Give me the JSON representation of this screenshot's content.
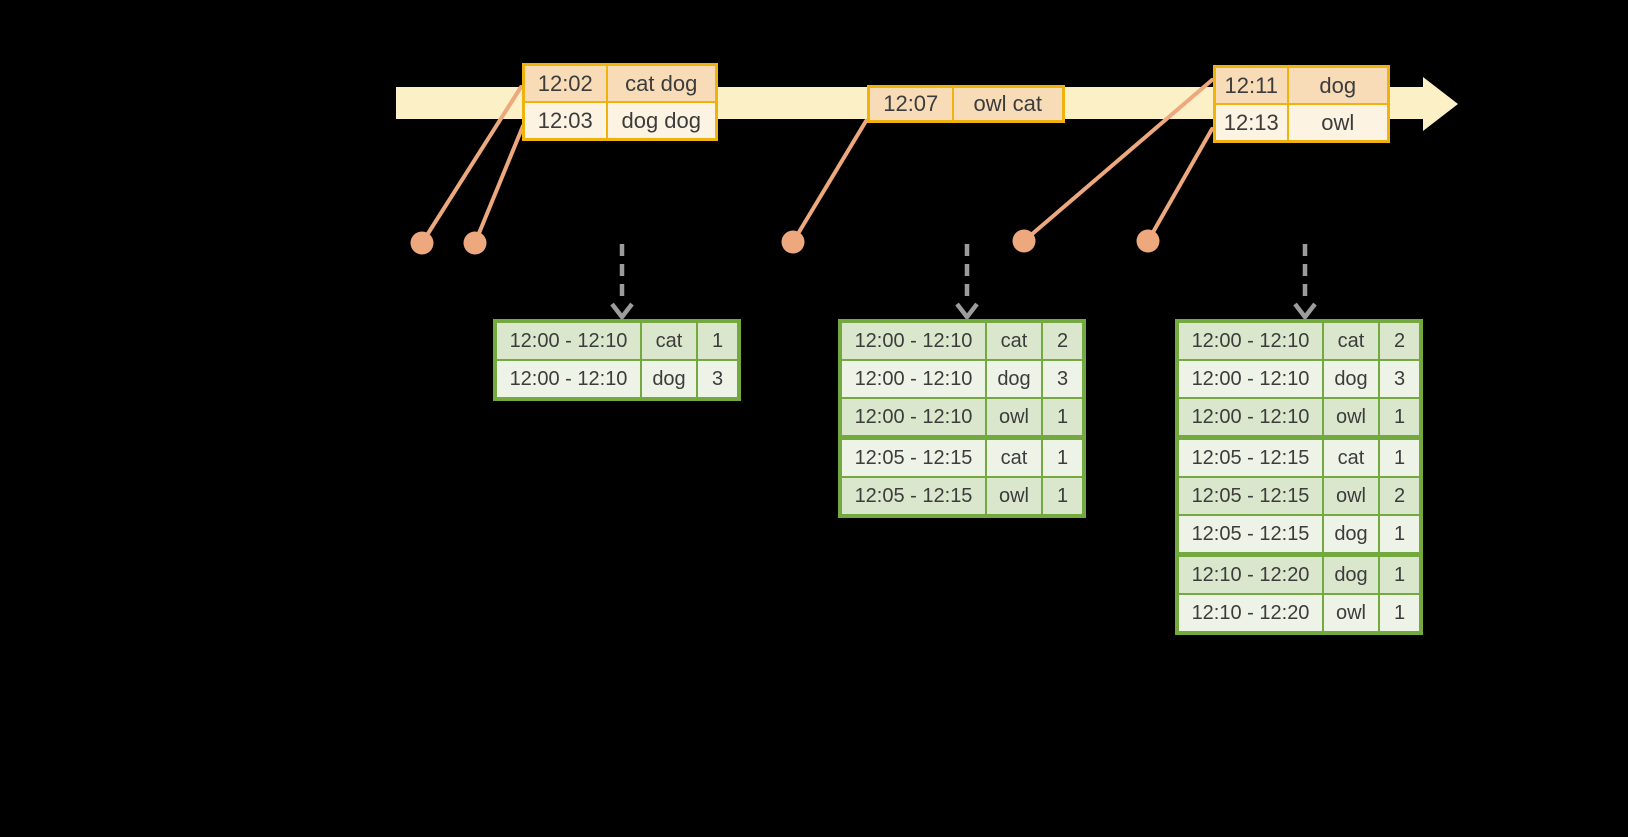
{
  "colors": {
    "background": "#000000",
    "timeline_band": "#FBF0C6",
    "event_border": "#F0B30D",
    "event_row_dark": "#F8DCB8",
    "event_row_light": "#FDF3E3",
    "result_border": "#74A940",
    "result_row_dark": "#DBE7CC",
    "result_row_light": "#EEF3E7",
    "accent_salmon": "#EEA87D",
    "arrow_gray": "#9C9C9C",
    "text": "#3C3C3C"
  },
  "event_tables": [
    {
      "rows": [
        {
          "time": "12:02",
          "words": "cat dog",
          "shade": "dark"
        },
        {
          "time": "12:03",
          "words": "dog dog",
          "shade": "light"
        }
      ]
    },
    {
      "rows": [
        {
          "time": "12:07",
          "words": "owl cat",
          "shade": "dark"
        }
      ]
    },
    {
      "rows": [
        {
          "time": "12:11",
          "words": "dog",
          "shade": "dark"
        },
        {
          "time": "12:13",
          "words": "owl",
          "shade": "light"
        }
      ]
    }
  ],
  "result_tables": [
    {
      "rows": [
        {
          "window": "12:00 - 12:10",
          "word": "cat",
          "count": "1",
          "shade": "dark"
        },
        {
          "window": "12:00 - 12:10",
          "word": "dog",
          "count": "3",
          "shade": "light"
        }
      ]
    },
    {
      "rows": [
        {
          "window": "12:00 - 12:10",
          "word": "cat",
          "count": "2",
          "shade": "dark"
        },
        {
          "window": "12:00 - 12:10",
          "word": "dog",
          "count": "3",
          "shade": "light"
        },
        {
          "window": "12:00 - 12:10",
          "word": "owl",
          "count": "1",
          "shade": "dark"
        },
        {
          "window": "12:05 - 12:15",
          "word": "cat",
          "count": "1",
          "shade": "light"
        },
        {
          "window": "12:05 - 12:15",
          "word": "owl",
          "count": "1",
          "shade": "dark"
        }
      ]
    },
    {
      "rows": [
        {
          "window": "12:00 - 12:10",
          "word": "cat",
          "count": "2",
          "shade": "dark"
        },
        {
          "window": "12:00 - 12:10",
          "word": "dog",
          "count": "3",
          "shade": "light"
        },
        {
          "window": "12:00 - 12:10",
          "word": "owl",
          "count": "1",
          "shade": "dark"
        },
        {
          "window": "12:05 - 12:15",
          "word": "cat",
          "count": "1",
          "shade": "light"
        },
        {
          "window": "12:05 - 12:15",
          "word": "owl",
          "count": "2",
          "shade": "dark"
        },
        {
          "window": "12:05 - 12:15",
          "word": "dog",
          "count": "1",
          "shade": "light"
        },
        {
          "window": "12:10 - 12:20",
          "word": "dog",
          "count": "1",
          "shade": "dark"
        },
        {
          "window": "12:10 - 12:20",
          "word": "owl",
          "count": "1",
          "shade": "light"
        }
      ]
    }
  ]
}
